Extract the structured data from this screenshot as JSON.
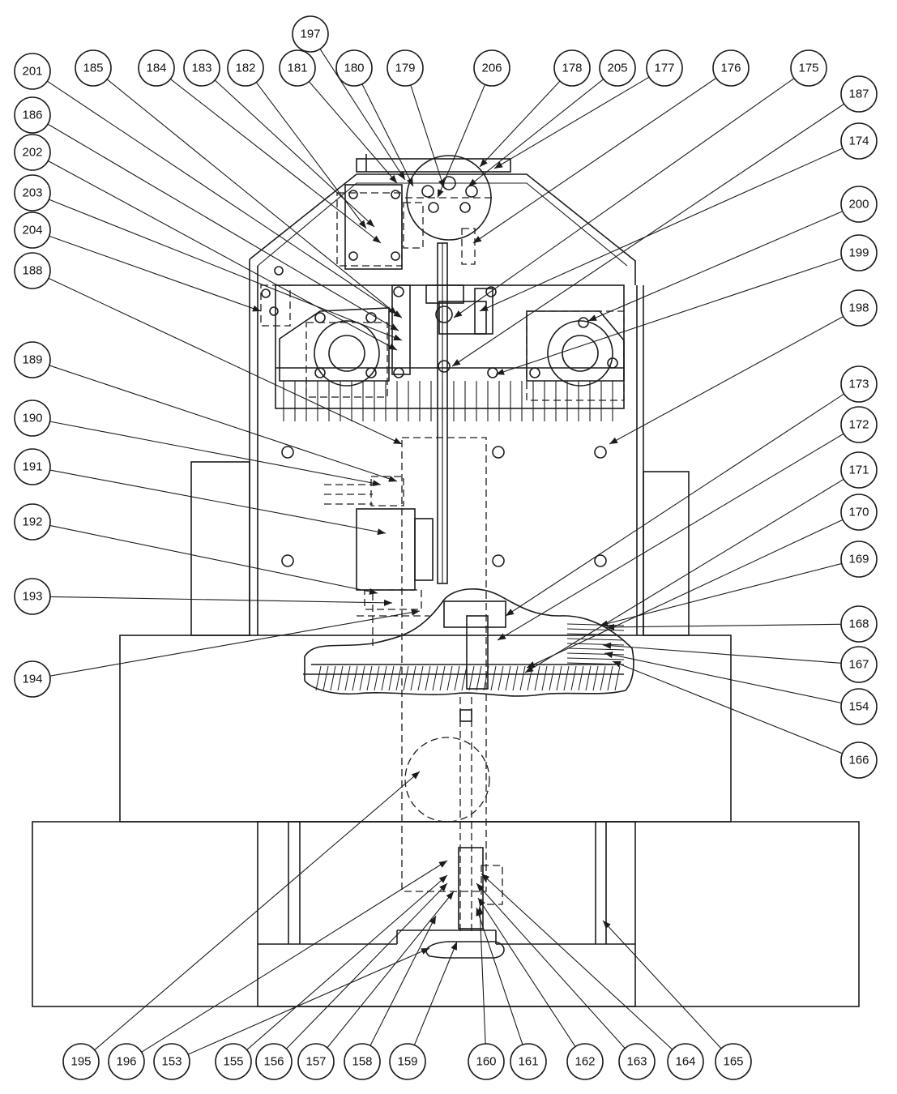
{
  "drawing": {
    "callouts": [
      {
        "label": "201"
      },
      {
        "label": "185"
      },
      {
        "label": "184"
      },
      {
        "label": "183"
      },
      {
        "label": "182"
      },
      {
        "label": "181"
      },
      {
        "label": "197"
      },
      {
        "label": "180"
      },
      {
        "label": "179"
      },
      {
        "label": "206"
      },
      {
        "label": "178"
      },
      {
        "label": "205"
      },
      {
        "label": "177"
      },
      {
        "label": "176"
      },
      {
        "label": "175"
      },
      {
        "label": "186"
      },
      {
        "label": "187"
      },
      {
        "label": "202"
      },
      {
        "label": "174"
      },
      {
        "label": "203"
      },
      {
        "label": "200"
      },
      {
        "label": "204"
      },
      {
        "label": "199"
      },
      {
        "label": "188"
      },
      {
        "label": "198"
      },
      {
        "label": "189"
      },
      {
        "label": "173"
      },
      {
        "label": "190"
      },
      {
        "label": "172"
      },
      {
        "label": "191"
      },
      {
        "label": "171"
      },
      {
        "label": "192"
      },
      {
        "label": "170"
      },
      {
        "label": "169"
      },
      {
        "label": "193"
      },
      {
        "label": "168"
      },
      {
        "label": "194"
      },
      {
        "label": "167"
      },
      {
        "label": "154"
      },
      {
        "label": "166"
      },
      {
        "label": "195"
      },
      {
        "label": "196"
      },
      {
        "label": "153"
      },
      {
        "label": "155"
      },
      {
        "label": "156"
      },
      {
        "label": "157"
      },
      {
        "label": "158"
      },
      {
        "label": "159"
      },
      {
        "label": "160"
      },
      {
        "label": "161"
      },
      {
        "label": "162"
      },
      {
        "label": "163"
      },
      {
        "label": "164"
      },
      {
        "label": "165"
      }
    ]
  }
}
